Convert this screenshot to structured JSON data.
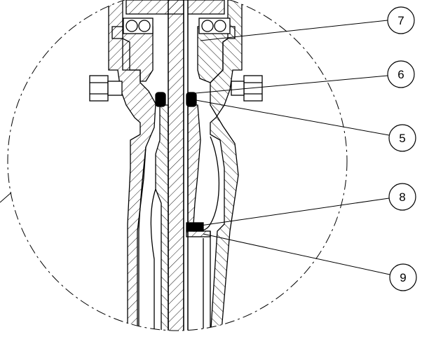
{
  "callouts": [
    {
      "id": "c7",
      "label": "7"
    },
    {
      "id": "c6",
      "label": "6"
    },
    {
      "id": "c5",
      "label": "5"
    },
    {
      "id": "c8",
      "label": "8"
    },
    {
      "id": "c9",
      "label": "9"
    }
  ],
  "colors": {
    "line": "#000000",
    "seal_fill": "#000000",
    "background": "#ffffff"
  }
}
